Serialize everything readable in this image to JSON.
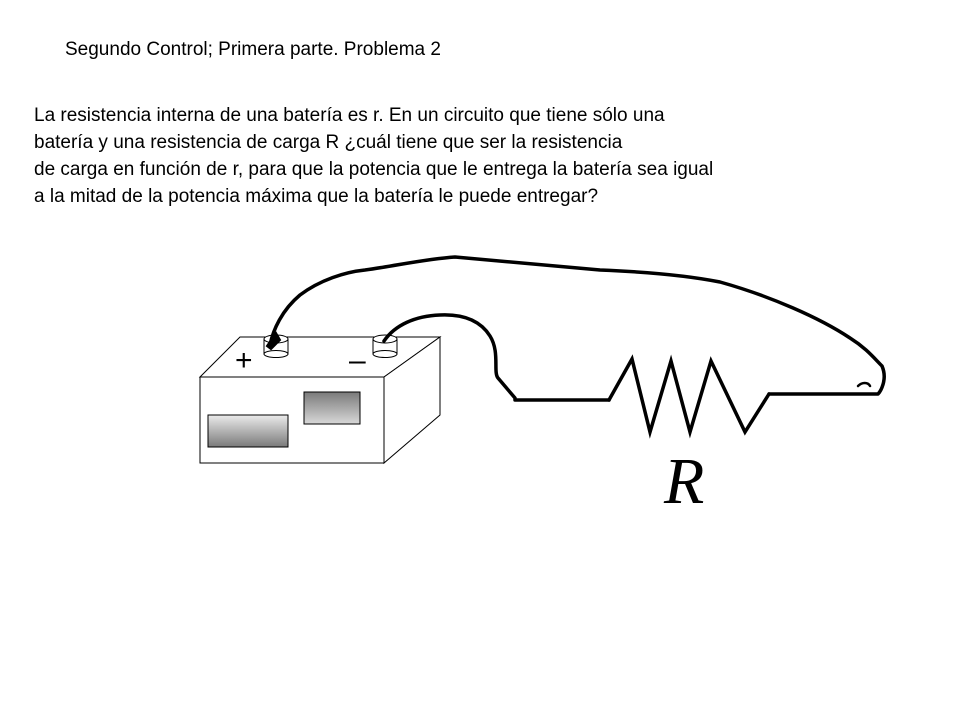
{
  "slide": {
    "title": "Segundo Control; Primera parte. Problema 2",
    "problem_lines": [
      "La resistencia interna de una batería es r. En un circuito que tiene sólo una",
      "batería y una resistencia de carga R ¿cuál tiene que ser la resistencia",
      "de carga en función de r, para que la potencia que  le entrega la batería sea igual",
      "a la mitad de la potencia máxima que la batería le puede entregar?"
    ]
  },
  "diagram": {
    "positive_sign": "+",
    "negative_sign": "–",
    "resistor_label": "R",
    "colors": {
      "stroke": "#000000",
      "label_gray_light": "#ebebeb",
      "label_gray_dark": "#7a7a7a"
    }
  }
}
